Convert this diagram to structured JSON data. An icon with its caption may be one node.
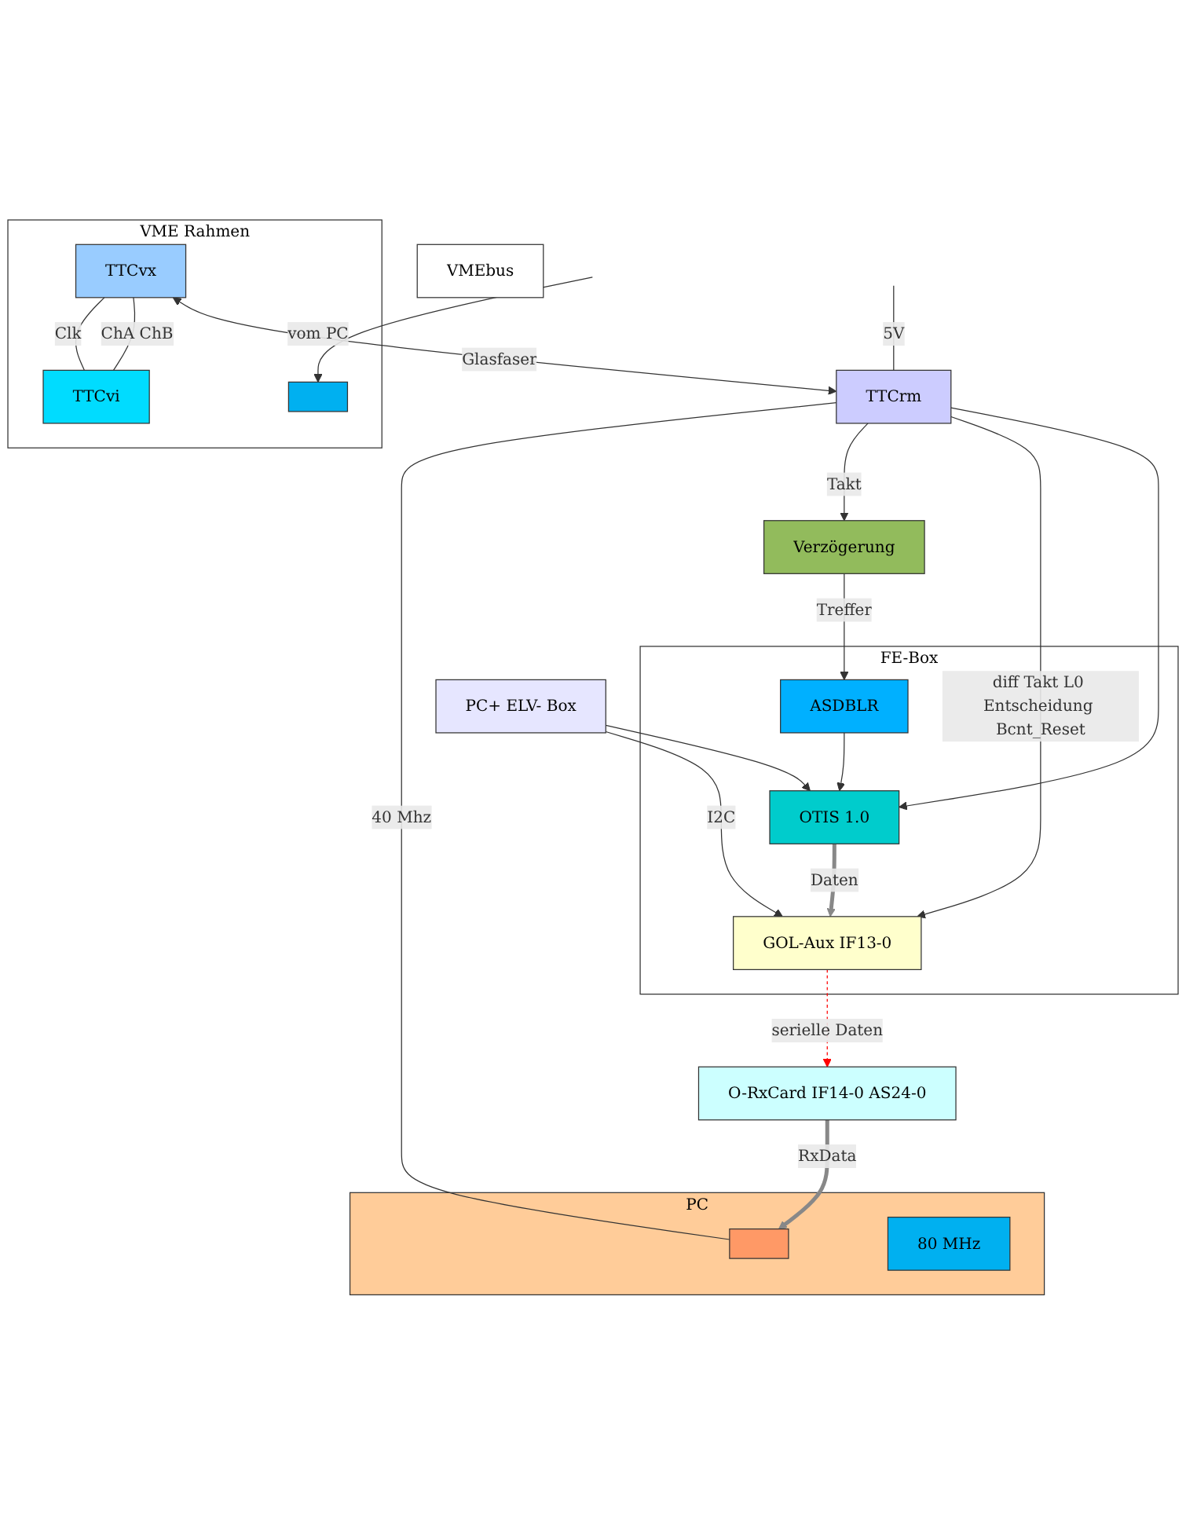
{
  "diagram": {
    "nodes": [
      {
        "text": [
          "VMEbus"
        ]
      },
      {
        "text": [
          "VME Rahmen"
        ]
      },
      {
        "text": [],
        "shape": "box",
        "in": 1
      },
      {
        "text": [
          "TTCvx"
        ],
        "in": 1
      },
      {
        "text": [
          "TTCvi"
        ],
        "in": 1
      },
      {
        "text": [
          "PC"
        ]
      },
      {
        "text": [],
        "shape": "box",
        "in": 5
      },
      {
        "text": [
          "80 MHz"
        ],
        "in": 5
      },
      {
        "text": [
          "TTCrm"
        ]
      },
      {
        "text": [
          "PC+ ELV- Box"
        ]
      },
      {
        "text": [
          "Verzögerung"
        ]
      },
      {
        "text": [
          "FE-Box"
        ]
      },
      {
        "text": [
          "ASDBLR"
        ],
        "in": 11
      },
      {
        "text": [
          "OTIS 1.0"
        ],
        "in": 11
      },
      {
        "text": [
          "GOL-Aux IF13-0"
        ],
        "in": 11
      },
      {
        "text": [
          "O-RxCard IF14-0 AS24-0"
        ]
      }
    ],
    "edges": [
      {
        "from": null,
        "to": 2,
        "arrow": "to",
        "label": "vom PC"
      },
      {
        "from": 3,
        "to": 4,
        "arrow": "none",
        "label": "Clk"
      },
      {
        "from": 3,
        "to": 4,
        "arrow": "none",
        "label": "ChA ChB"
      },
      {
        "from": 3,
        "to": 8,
        "arrow": "both",
        "label": "Glasfaser"
      },
      {
        "from": 8,
        "to": 6,
        "arrow": "none",
        "label": "40 Mhz"
      },
      {
        "from": null,
        "to": 8,
        "arrow": "none",
        "label": "5V"
      },
      {
        "from": 8,
        "to": 10,
        "arrow": "to",
        "label": "Takt"
      },
      {
        "from": 8,
        "to": 14,
        "arrow": "to",
        "label": "diff Takt L0 Entscheidung Bcnt_Reset"
      },
      {
        "from": 8,
        "to": 13,
        "arrow": "to"
      },
      {
        "from": 9,
        "to": 14,
        "arrow": "to",
        "label": "I2C"
      },
      {
        "from": 9,
        "to": 13,
        "arrow": "to"
      },
      {
        "from": 10,
        "to": 12,
        "arrow": "to",
        "label": "Treffer"
      },
      {
        "from": 12,
        "to": 13,
        "arrow": "to"
      },
      {
        "from": 13,
        "to": 14,
        "arrow": "to",
        "label": "Daten",
        "style": "thick",
        "color": "#888888"
      },
      {
        "from": 15,
        "to": 6,
        "arrow": "to",
        "label": "RxData",
        "style": "thick",
        "color": "#888888"
      },
      {
        "from": 14,
        "to": 15,
        "arrow": "to",
        "label": "serielle Daten",
        "style": "dashed",
        "color": "#ff0000"
      }
    ]
  }
}
